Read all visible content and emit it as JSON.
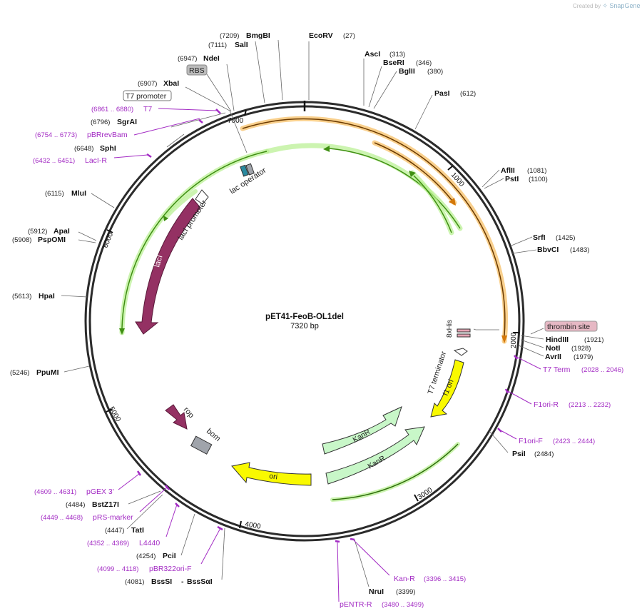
{
  "watermark": {
    "prefix": "Created by",
    "brand": "SnapGene"
  },
  "plasmid": {
    "name": "pET41-FeoB-OL1del",
    "length": "7320 bp"
  },
  "colors": {
    "backbone": "#2b2b2b",
    "orange": "#f5b041",
    "green": "#3f8f12",
    "lacI": "#943163",
    "yellow": "#f9f900",
    "kanr": "#c8f7c8",
    "primer": "#a32cc4",
    "bom": "#a0a4ab"
  },
  "ticks": [
    "1000",
    "2000",
    "3000",
    "4000",
    "5000",
    "6000",
    "7000"
  ],
  "sites": [
    {
      "pos": "(7209)",
      "name": "BmgBI"
    },
    {
      "pos": "(7111)",
      "name": "SalI"
    },
    {
      "pos": "(6947)",
      "name": "NdeI"
    },
    {
      "pos": "(6907)",
      "name": "XbaI"
    },
    {
      "pos": "(6796)",
      "name": "SgrAI"
    },
    {
      "pos": "(6648)",
      "name": "SphI"
    },
    {
      "pos": "(6115)",
      "name": "MluI"
    },
    {
      "pos": "(5912)",
      "name": "ApaI"
    },
    {
      "pos": "(5908)",
      "name": "PspOMI"
    },
    {
      "pos": "(5613)",
      "name": "HpaI"
    },
    {
      "pos": "(5246)",
      "name": "PpuMI"
    },
    {
      "pos": "(4484)",
      "name": "BstZ17I"
    },
    {
      "pos": "(4447)",
      "name": "TatI"
    },
    {
      "pos": "(4254)",
      "name": "PciI"
    },
    {
      "pos": "(4081)",
      "name": "BssSI"
    },
    {
      "pos": "(3399)",
      "name": "NruI"
    },
    {
      "pos": "(2484)",
      "name": "PsiI"
    },
    {
      "pos": "(1979)",
      "name": "AvrII"
    },
    {
      "pos": "(1928)",
      "name": "NotI"
    },
    {
      "pos": "(1921)",
      "name": "HindIII"
    },
    {
      "pos": "(1483)",
      "name": "BbvCI"
    },
    {
      "pos": "(1425)",
      "name": "SrfI"
    },
    {
      "pos": "(1100)",
      "name": "PstI"
    },
    {
      "pos": "(1081)",
      "name": "AflII"
    },
    {
      "pos": "(612)",
      "name": "PasI"
    },
    {
      "pos": "(380)",
      "name": "BglII"
    },
    {
      "pos": "(346)",
      "name": "BseRI"
    },
    {
      "pos": "(313)",
      "name": "AscI"
    },
    {
      "pos": "(27)",
      "name": "EcoRV"
    }
  ],
  "extra_site_name": "BssSαI",
  "primers": [
    {
      "range": "(6861 .. 6880)",
      "name": "T7"
    },
    {
      "range": "(6754 .. 6773)",
      "name": "pBRrevBam"
    },
    {
      "range": "(6432 .. 6451)",
      "name": "LacI-R"
    },
    {
      "range": "(4609 .. 4631)",
      "name": "pGEX 3'"
    },
    {
      "range": "(4449 .. 4468)",
      "name": "pRS-marker"
    },
    {
      "range": "(4352 .. 4369)",
      "name": "L4440"
    },
    {
      "range": "(4099 .. 4118)",
      "name": "pBR322ori-F"
    },
    {
      "range": "(3480 .. 3499)",
      "name": "pENTR-R"
    },
    {
      "range": "(3396 .. 3415)",
      "name": "Kan-R"
    },
    {
      "range": "(2423 .. 2444)",
      "name": "F1ori-F"
    },
    {
      "range": "(2213 .. 2232)",
      "name": "F1ori-R"
    },
    {
      "range": "(2028 .. 2046)",
      "name": "T7 Term"
    }
  ],
  "boxed": {
    "rbs": "RBS",
    "t7_promoter": "T7 promoter",
    "thrombin": "thrombin site"
  },
  "features": {
    "lac_operator": "lac operator",
    "laci_promoter": "lacI promoter",
    "laci": "lacI",
    "his": "8xHis",
    "t7_terminator": "T7 terminator",
    "f1_ori": "f1 ori",
    "kanr1": "KanR",
    "kanr2": "KanR",
    "ori": "ori",
    "rop": "rop",
    "bom": "bom"
  }
}
